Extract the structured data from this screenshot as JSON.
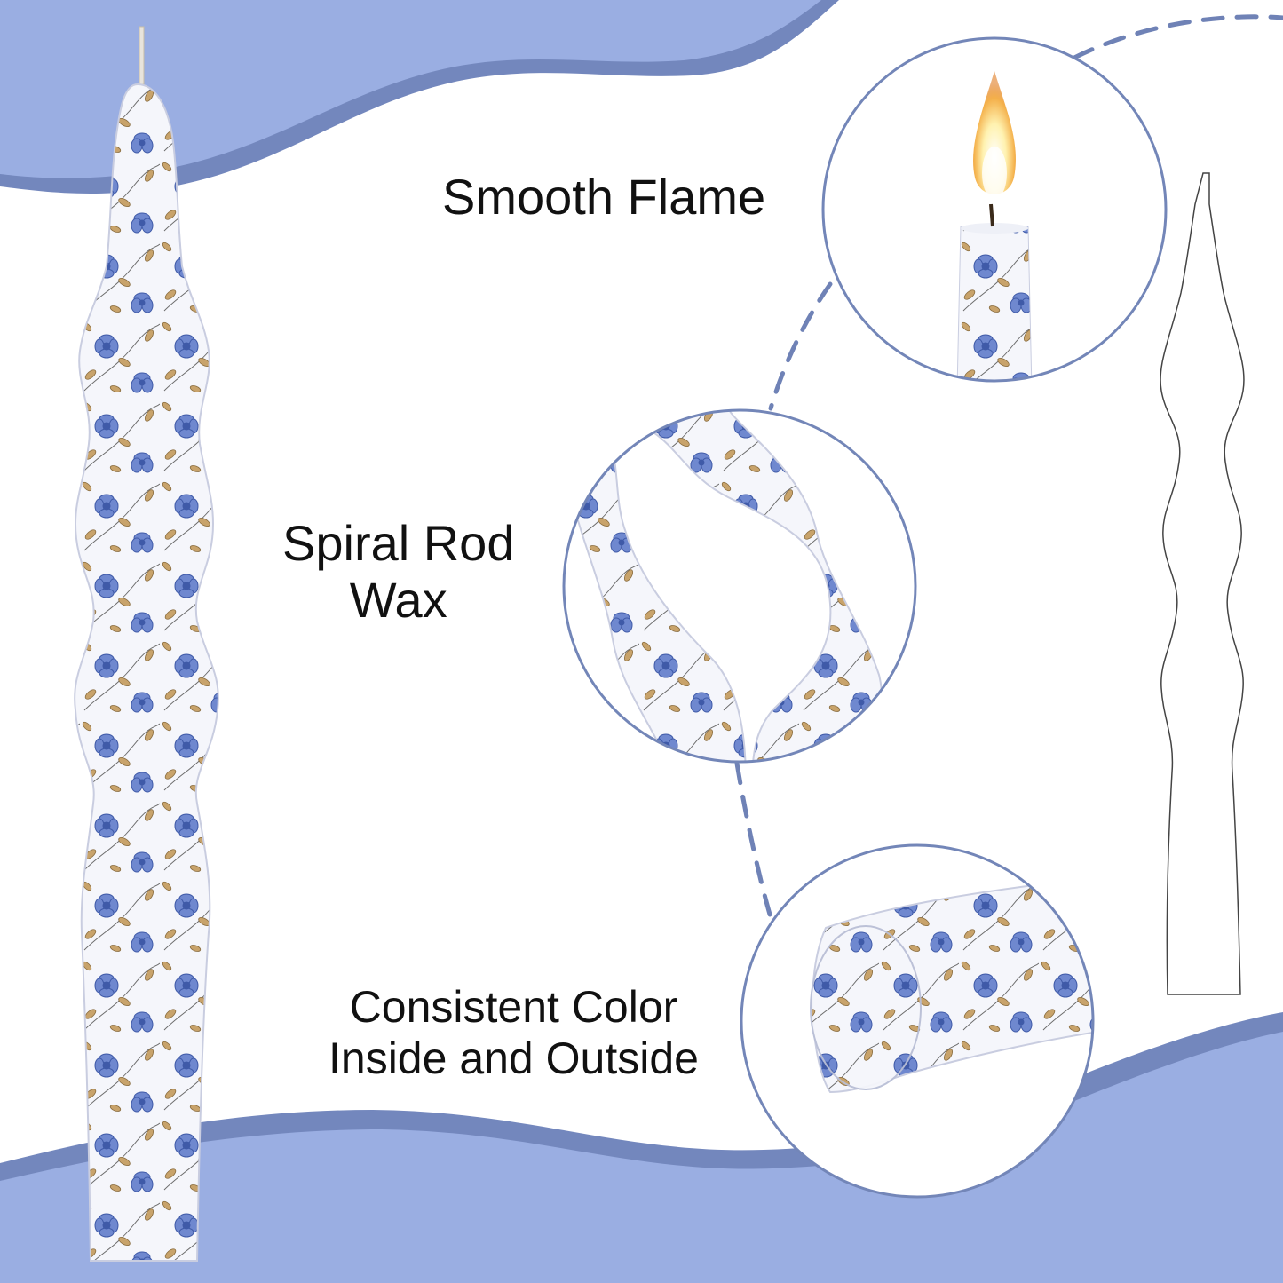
{
  "colors": {
    "background": "#ffffff",
    "wave_light": "#9aaee2",
    "wave_dark": "#7387bd",
    "circle_border": "#7386b8",
    "dash": "#6f82b6",
    "wax": "#f5f6fb",
    "flower_blue": "#5b77c6",
    "leaf_gold": "#c8a36b",
    "text": "#111111"
  },
  "callouts": [
    {
      "id": "flame",
      "lines": [
        "Smooth Flame"
      ],
      "icon": "flame-icon"
    },
    {
      "id": "spiral",
      "lines": [
        "Spiral Rod",
        "Wax"
      ],
      "icon": "spiral-wax-closeup"
    },
    {
      "id": "color",
      "lines": [
        "Consistent Color",
        "Inside and Outside"
      ],
      "icon": "cross-section-closeup"
    }
  ]
}
